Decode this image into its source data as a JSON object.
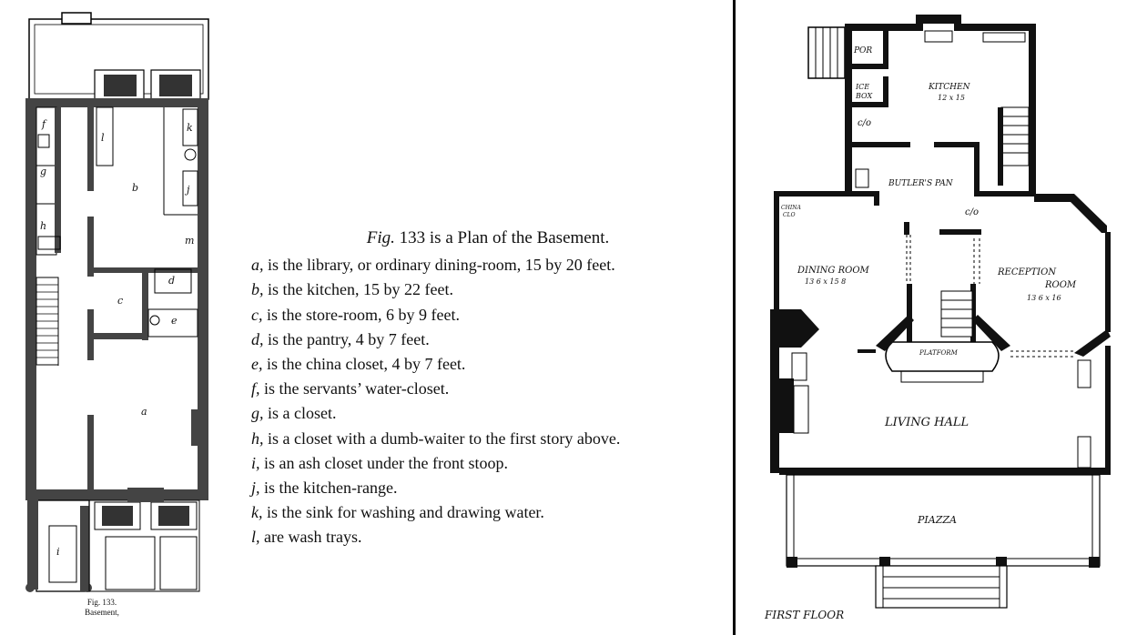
{
  "basement": {
    "caption_fig": "Fig. 133.",
    "caption_name": "Basement,",
    "room_labels": [
      "a",
      "b",
      "c",
      "d",
      "e",
      "f",
      "g",
      "h",
      "i",
      "j",
      "k",
      "l",
      "m"
    ],
    "legend_title_italic": "Fig.",
    "legend_title_rest": " 133 is a Plan of the Basement.",
    "legend": [
      {
        "key": "a,",
        "text": " is the library, or ordinary dining-room, 15 by 20 feet."
      },
      {
        "key": "b,",
        "text": " is the kitchen, 15 by 22 feet."
      },
      {
        "key": "c,",
        "text": " is the store-room, 6 by 9 feet."
      },
      {
        "key": "d,",
        "text": " is the pantry, 4 by 7 feet."
      },
      {
        "key": "e,",
        "text": " is the china closet, 4 by 7 feet."
      },
      {
        "key": "f,",
        "text": " is the servants’ water-closet."
      },
      {
        "key": "g,",
        "text": " is a closet."
      },
      {
        "key": "h,",
        "text": " is a closet with a dumb-waiter to the first story above."
      },
      {
        "key": "i,",
        "text": " is an ash closet under the front stoop."
      },
      {
        "key": "j,",
        "text": " is the kitchen-range."
      },
      {
        "key": "k,",
        "text": " is the sink for washing and drawing water."
      },
      {
        "key": "l,",
        "text": " are wash trays."
      }
    ]
  },
  "first_floor": {
    "labels": {
      "por": "POR",
      "kitchen": "KITCHEN",
      "kitchen_dim": "12 x 15",
      "ice_box_1": "ICE",
      "ice_box_2": "BOX",
      "closet_1": "c/o",
      "closet_2": "c/o",
      "butlers_pan": "BUTLER'S PAN",
      "china_closet_1": "CHINA",
      "china_closet_2": "CLO",
      "dining_room": "DINING ROOM",
      "dining_dim": "13 6 x 15 8",
      "reception_1": "RECEPTION",
      "reception_2": "ROOM",
      "reception_dim": "13 6 x 16",
      "platform": "PLATFORM",
      "living_hall": "LIVING HALL",
      "piazza": "PIAZZA",
      "title": "FIRST FLOOR"
    }
  }
}
